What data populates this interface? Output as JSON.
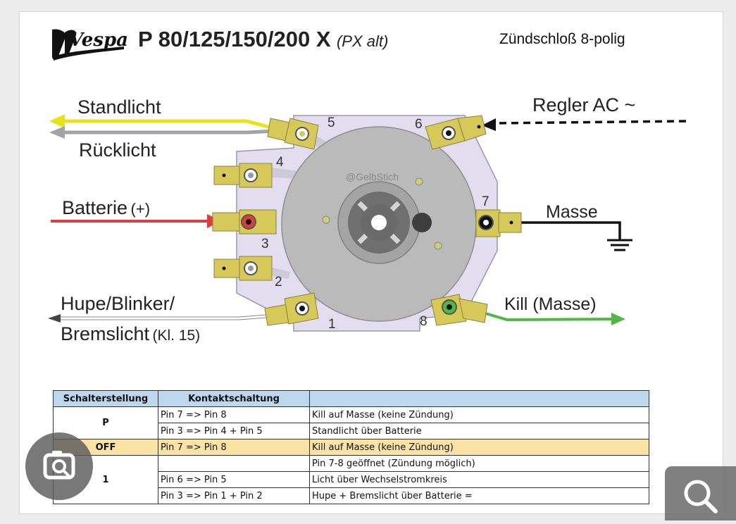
{
  "header": {
    "brand": "Vespa",
    "model": "P 80/125/150/200 X",
    "variant": "(PX alt)",
    "subtitle": "Zündschloß 8-polig"
  },
  "labels": {
    "standlicht": "Standlicht",
    "ruecklicht": "Rücklicht",
    "regler": "Regler AC ~",
    "batterie": "Batterie",
    "batterie_plus": "(+)",
    "masse": "Masse",
    "hupe": "Hupe/Blinker/",
    "bremslicht": "Bremslicht",
    "kl15": "(Kl. 15)",
    "kill": "Kill (Masse)",
    "watermark": "@GelbStich"
  },
  "pins": [
    "1",
    "2",
    "3",
    "4",
    "5",
    "6",
    "7",
    "8"
  ],
  "colors": {
    "yellow_wire": "#e8e21c",
    "grey_wire": "#a3a3a3",
    "red_wire": "#d84040",
    "black_wire": "#111111",
    "green_wire": "#4fb848",
    "terminal": "#d6c95a",
    "plate": "#e2def0",
    "disc": "#b9b9b9",
    "table_header": "#bcd7ee",
    "off_row": "#fbe3a6"
  },
  "table": {
    "headers": [
      "Schalterstellung",
      "Kontaktschaltung",
      ""
    ],
    "rows": [
      {
        "state": "P",
        "c2": "Pin 7 => Pin 8",
        "c3": "Kill auf Masse (keine Zündung)"
      },
      {
        "state": "",
        "c2": "Pin 3 => Pin 4 + Pin 5",
        "c3": "Standlicht über Batterie"
      },
      {
        "state": "OFF",
        "c2": "Pin 7 =>  Pin 8",
        "c3": "Kill auf Masse (keine Zündung)"
      },
      {
        "state": "",
        "c2": "",
        "c3": "Pin 7-8 geöffnet (Zündung möglich)"
      },
      {
        "state": "1",
        "c2": "Pin 6 => Pin 5",
        "c3": "Licht über Wechselstromkreis"
      },
      {
        "state": "",
        "c2": "Pin 3 => Pin 1 + Pin 2",
        "c3": "Hupe + Bremslicht über Batterie ="
      }
    ]
  },
  "overlay": {
    "left_icon": "image-search-icon",
    "right_icon": "search-icon"
  }
}
